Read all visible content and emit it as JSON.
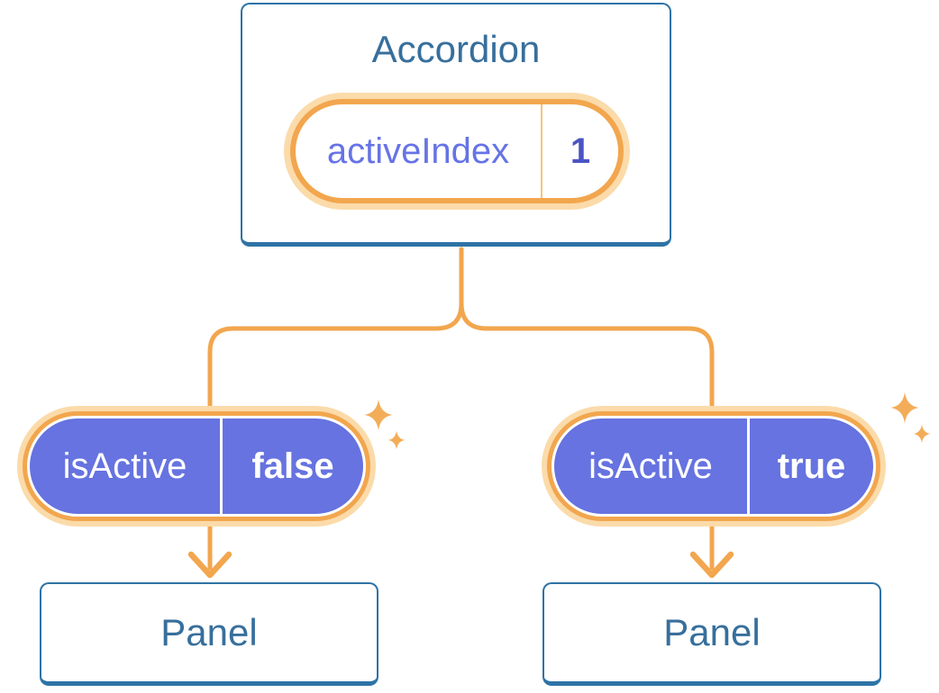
{
  "accordion": {
    "title": "Accordion",
    "state_name": "activeIndex",
    "state_value": "1"
  },
  "panels": [
    {
      "prop_name": "isActive",
      "prop_value": "false",
      "title": "Panel"
    },
    {
      "prop_name": "isActive",
      "prop_value": "true",
      "title": "Panel"
    }
  ],
  "icons": {
    "sparkles": "sparkles-icon"
  },
  "colors": {
    "card_border_blue": "#2E73A6",
    "heading_text_blue": "#376F9C",
    "connector_orange": "#F2A64E",
    "halo_orange": "#FBDBAA",
    "sparkle_orange": "#F3AD59",
    "pill_purple": "#6673E0",
    "state_name_purple": "#6673E6",
    "state_value_indigo": "#4B54C2",
    "pill_divider_orange": "#F5C47E",
    "prop_text_white": "#FFFFFF"
  }
}
